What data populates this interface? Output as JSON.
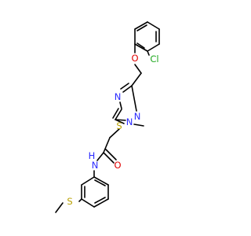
{
  "atoms": {
    "cl": {
      "text": "Cl",
      "color": "#1fa81f"
    },
    "o_ether": {
      "text": "O",
      "color": "#e00000"
    },
    "n1": {
      "text": "N",
      "color": "#2a2aff"
    },
    "n2": {
      "text": "N",
      "color": "#2a2aff"
    },
    "n4": {
      "text": "N",
      "color": "#2a2aff"
    },
    "s_thio": {
      "text": "S",
      "color": "#b8a000"
    },
    "o_carbonyl": {
      "text": "O",
      "color": "#e00000"
    },
    "nh_n": {
      "text": "N",
      "color": "#2a2aff"
    },
    "nh_h": {
      "text": "H",
      "color": "#2a2aff"
    },
    "s_methyl": {
      "text": "S",
      "color": "#b8a000"
    }
  },
  "colors": {
    "bond": "#000000",
    "background": "#ffffff"
  }
}
